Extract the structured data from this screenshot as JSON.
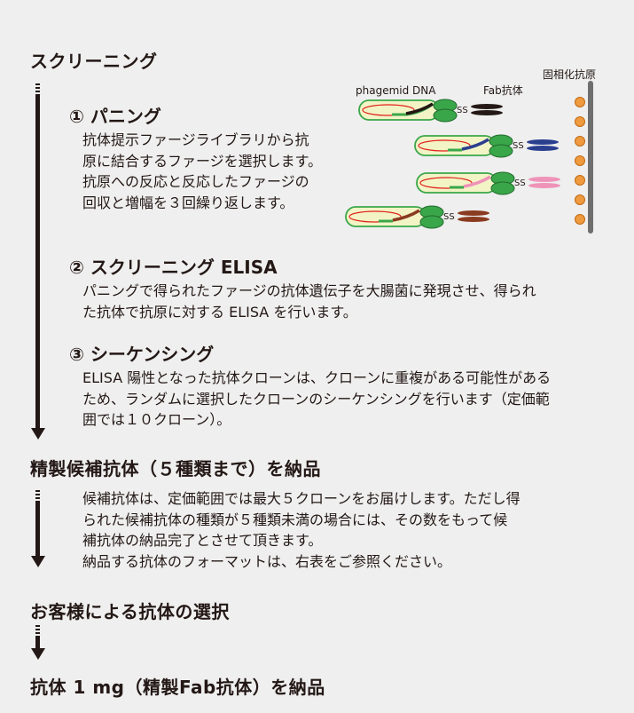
{
  "screening": {
    "title": "スクリーニング"
  },
  "panning": {
    "title": "① パニング",
    "lines": [
      "抗体提示ファージライブラリから抗",
      "原に結合するファージを選択します。",
      "抗原への反応と反応したファージの",
      "回収と増幅を３回繰り返します。"
    ]
  },
  "figure": {
    "phagemid_label": "phagemid DNA",
    "fab_label": "Fab抗体",
    "antigen_label": "固相化抗原",
    "ss_label": "SS",
    "colors": {
      "green": "#3aa64a",
      "phage_fill": "#f2f4c6",
      "red": "#e2211c",
      "orange": "#ef9a3e",
      "black_fab": "#231815",
      "blue_fab": "#2b3f8f",
      "pink_fab": "#ef93b8",
      "brown_fab": "#8a3b1f"
    }
  },
  "elisa": {
    "title": "② スクリーニング ELISA",
    "lines": [
      "パニングで得られたファージの抗体遺伝子を大腸菌に発現させ、得られ",
      "た抗体で抗原に対する ELISA を行います。"
    ]
  },
  "sequencing": {
    "title": "③ シーケンシング",
    "lines": [
      "ELISA 陽性となった抗体クローンは、クローンに重複がある可能性がある",
      "ため、ランダムに選択したクローンのシーケンシングを行います（定価範",
      "囲では１０クローン）。"
    ]
  },
  "delivery": {
    "title": "精製候補抗体（５種類まで）を納品",
    "lines": [
      "候補抗体は、定価範囲では最大５クローンをお届けします。ただし得",
      "られた候補抗体の種類が５種類未満の場合には、その数をもって候",
      "補抗体の納品完了とさせて頂きます。",
      "納品する抗体のフォーマットは、右表をご参照ください。"
    ]
  },
  "selection": {
    "title": "お客様による抗体の選択"
  },
  "final": {
    "title": "抗体 1 mg（精製Fab抗体）を納品"
  }
}
